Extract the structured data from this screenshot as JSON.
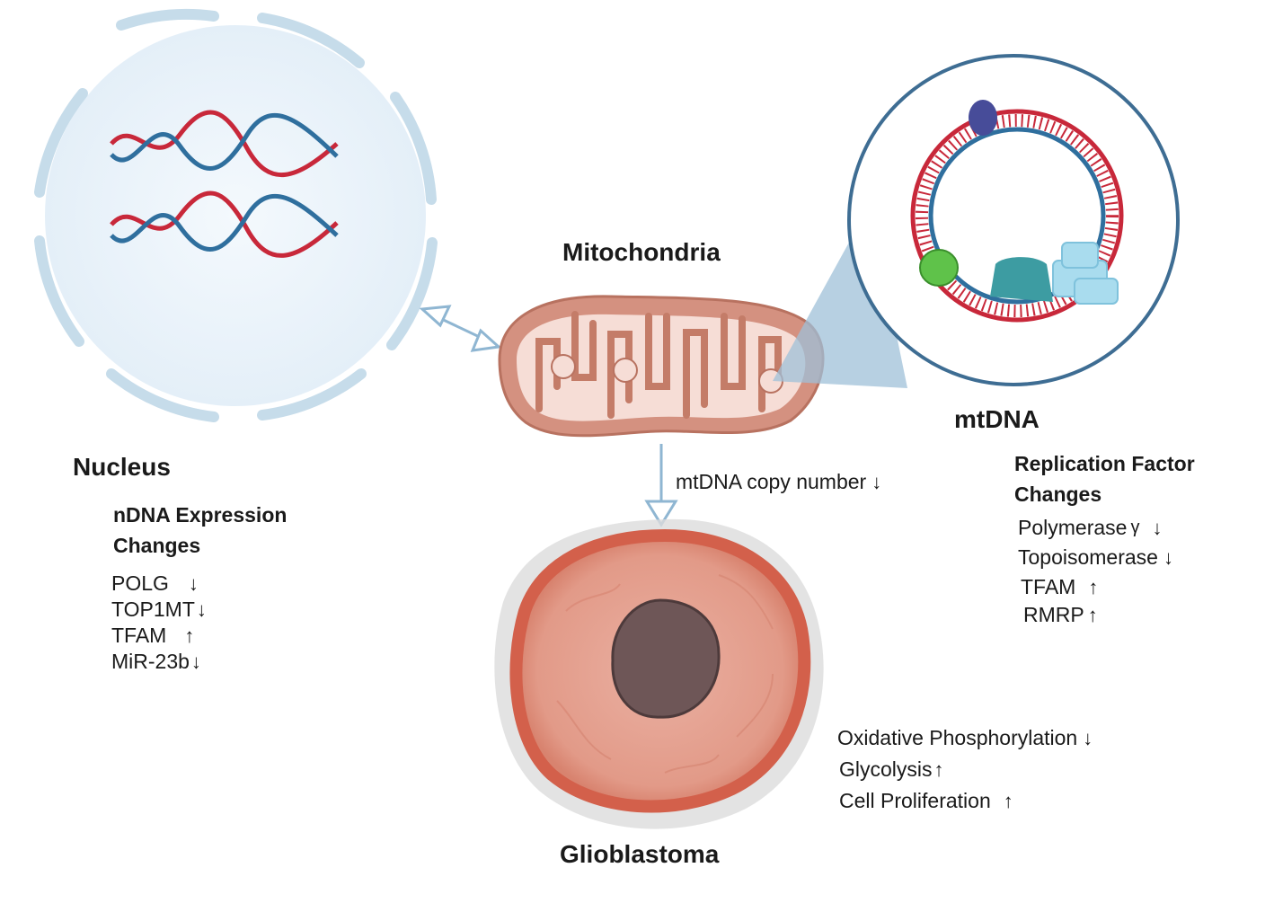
{
  "nucleus": {
    "title": "Nucleus",
    "subtitle_line1": "nDNA Expression",
    "subtitle_line2": "Changes",
    "items": [
      {
        "label": "POLG",
        "arrow": "↓"
      },
      {
        "label": "TOP1MT",
        "arrow": "↓"
      },
      {
        "label": "TFAM",
        "arrow": "↑"
      },
      {
        "label": "MiR-23b",
        "arrow": "↓"
      }
    ]
  },
  "mitochondria": {
    "title": "Mitochondria",
    "copy_number_label": "mtDNA copy number",
    "copy_number_arrow": "↓"
  },
  "mtdna": {
    "title": "mtDNA",
    "subtitle_line1": "Replication Factor",
    "subtitle_line2": "Changes",
    "items": [
      {
        "label": "Polymerase",
        "greek": "γ",
        "arrow": "↓"
      },
      {
        "label": "Topoisomerase",
        "arrow": "↓"
      },
      {
        "label": "TFAM",
        "arrow": "↑"
      },
      {
        "label": "RMRP",
        "arrow": "↑"
      }
    ]
  },
  "glioblastoma": {
    "title": "Glioblastoma",
    "effects": [
      {
        "label": "Oxidative Phosphorylation",
        "arrow": "↓"
      },
      {
        "label": "Glycolysis",
        "arrow": "↑"
      },
      {
        "label": "Cell Proliferation",
        "arrow": "↑"
      }
    ]
  },
  "colors": {
    "nucleus_fill": "#eef5fb",
    "membrane": "#c5dcea",
    "dna_red": "#c8283a",
    "dna_blue": "#2f6f9e",
    "mito_outer": "#d49180",
    "mito_inner": "#f6ddd6",
    "arrow": "#8fb6d2",
    "cell_ring": "#dd6f5a",
    "cell_body": "#e7a292",
    "cell_nucleus": "#6e5657"
  }
}
